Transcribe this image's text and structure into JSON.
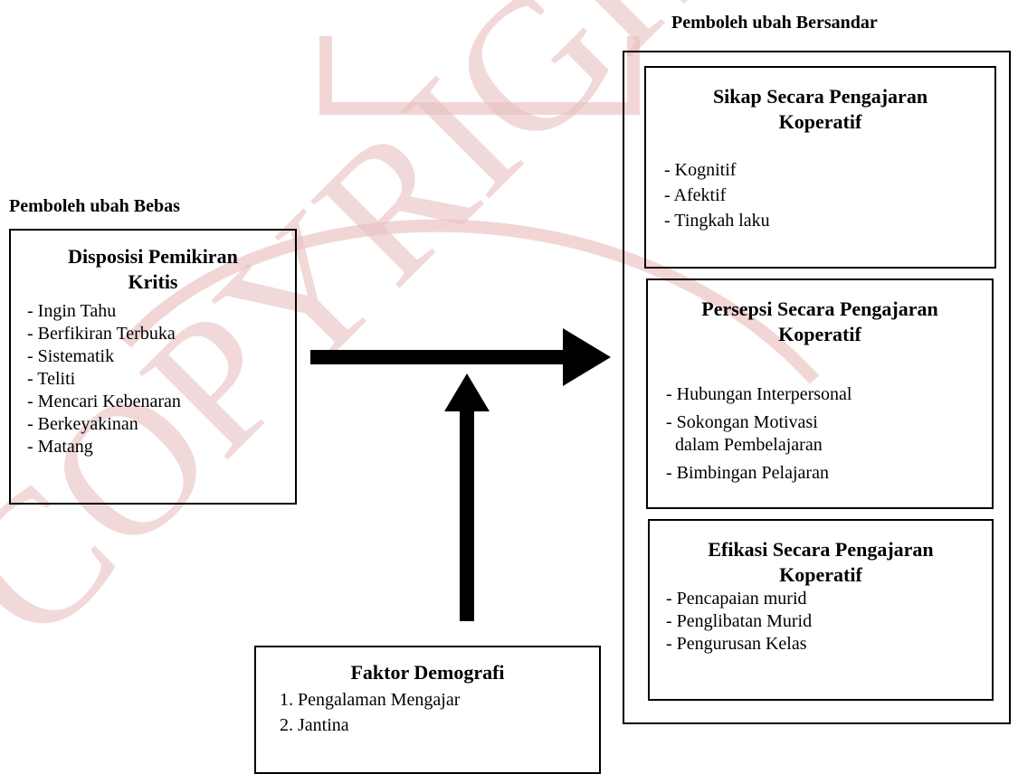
{
  "headings": {
    "independent": "Pemboleh ubah Bebas",
    "dependent": "Pemboleh ubah Bersandar"
  },
  "independent_box": {
    "title": "Disposisi Pemikiran Kritis",
    "items": [
      "- Ingin Tahu",
      "- Berfikiran Terbuka",
      "- Sistematik",
      "- Teliti",
      "- Mencari Kebenaran",
      "- Berkeyakinan",
      "- Matang"
    ]
  },
  "attitude_box": {
    "title": "Sikap Secara Pengajaran Koperatif",
    "items": [
      "- Kognitif",
      "- Afektif",
      "- Tingkah laku"
    ]
  },
  "perception_box": {
    "title": "Persepsi Secara Pengajaran Koperatif",
    "items": [
      "- Hubungan Interpersonal",
      "- Sokongan Motivasi",
      "  dalam Pembelajaran",
      "- Bimbingan Pelajaran"
    ]
  },
  "efficacy_box": {
    "title": "Efikasi Secara Pengajaran Koperatif",
    "items": [
      "- Pencapaian murid",
      "- Penglibatan Murid",
      "- Pengurusan Kelas"
    ]
  },
  "demographic_box": {
    "title": "Faktor Demografi",
    "items": [
      "1. Pengalaman Mengajar",
      "2. Jantina"
    ]
  },
  "watermark": "COPYRIGHT",
  "colors": {
    "watermark": "#e8b4b4",
    "line": "#000000"
  }
}
